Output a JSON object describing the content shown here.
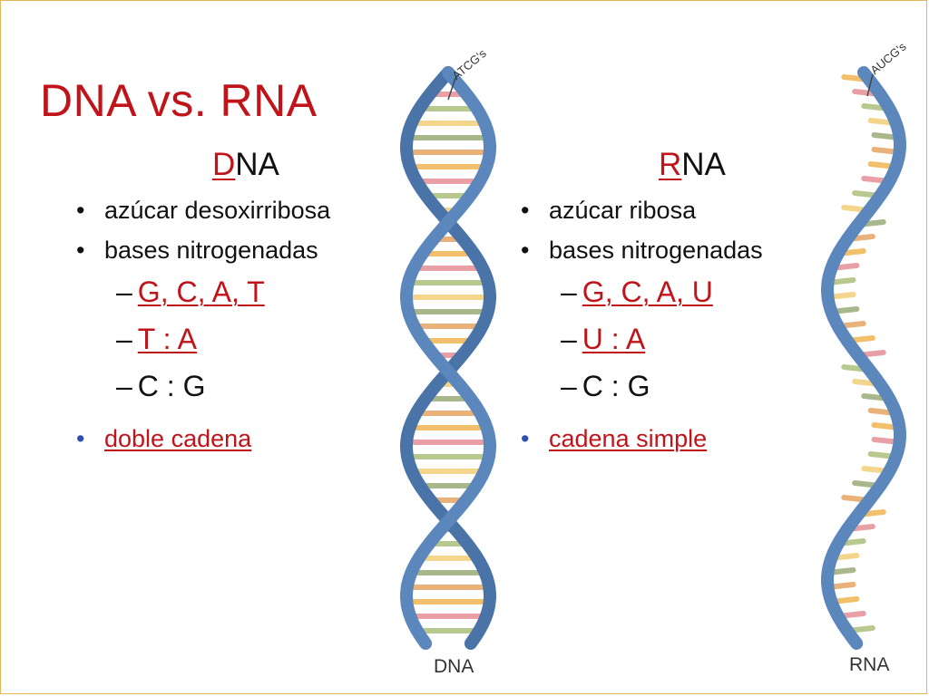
{
  "title": "DNA vs. RNA",
  "dna": {
    "heading_first": "D",
    "heading_rest": "NA",
    "bullets": [
      "azúcar desoxirribosa",
      "bases nitrogenadas"
    ],
    "pairs": [
      "G, C, A, T",
      "T : A",
      "C : G"
    ],
    "strand": "doble cadena"
  },
  "rna": {
    "heading_first": "R",
    "heading_rest": "NA",
    "bullets": [
      "azúcar ribosa",
      "bases nitrogenadas"
    ],
    "pairs": [
      "G, C, A, U",
      "U : A",
      "C : G"
    ],
    "strand": "cadena simple"
  },
  "figures": {
    "dna_label": "DNA",
    "dna_note": "ATCG's",
    "rna_label": "RNA",
    "rna_note": "AUCG's"
  },
  "glyphs": {
    "bullet": "•",
    "dash": "–"
  },
  "colors": {
    "title_red": "#c0141a",
    "link_red": "#c0141a",
    "blue_bullet": "#2b50b0",
    "backbone": "#5b87bd"
  }
}
